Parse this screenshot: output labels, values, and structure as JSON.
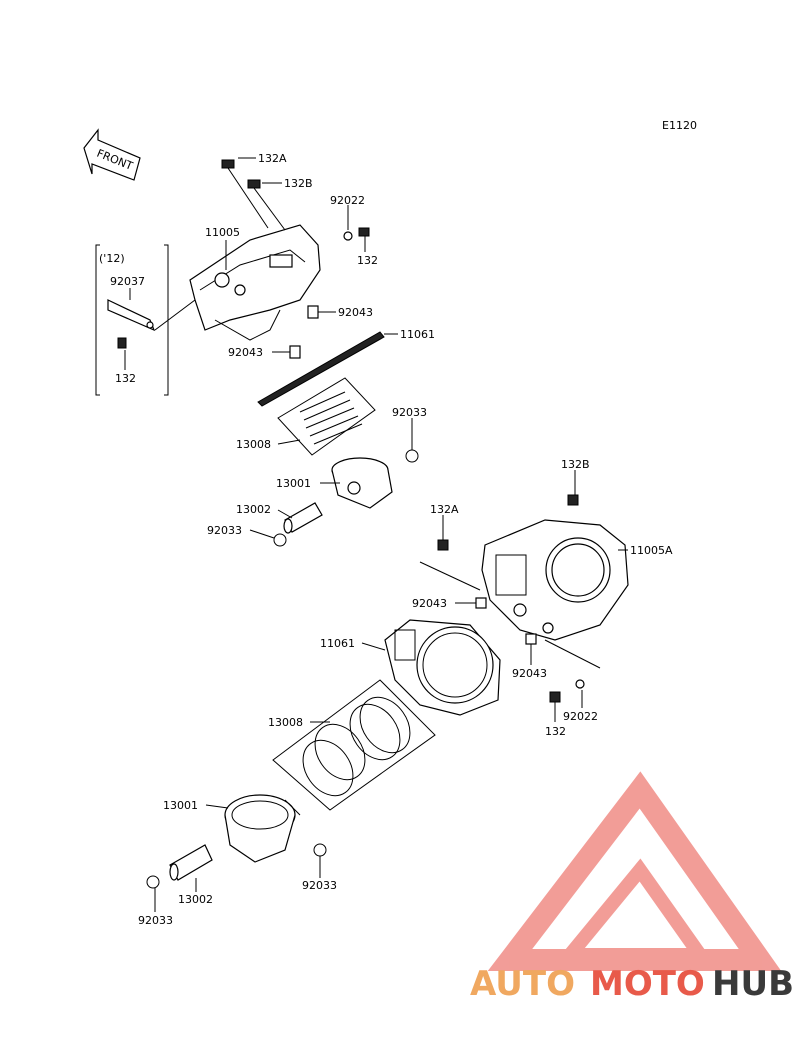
{
  "diagram_code": "E1120",
  "front_label": "FRONT",
  "year_note": "('12)",
  "labels": {
    "p132A_top": "132A",
    "p132B_top": "132B",
    "p92022_top": "92022",
    "p132_top": "132",
    "p11005": "11005",
    "p92037": "92037",
    "p132_left": "132",
    "p92043_a": "92043",
    "p92043_b": "92043",
    "p11061_top": "11061",
    "p92033_top": "92033",
    "p13008_top": "13008",
    "p13001_top": "13001",
    "p13002_top": "13002",
    "p92033_mid": "92033",
    "p132B_right": "132B",
    "p132A_right": "132A",
    "p11005A": "11005A",
    "p92043_c": "92043",
    "p11061_bottom": "11061",
    "p92043_d": "92043",
    "p92022_bottom": "92022",
    "p132_bottom": "132",
    "p13008_bottom": "13008",
    "p13001_bottom": "13001",
    "p92033_bottom_right": "92033",
    "p13002_bottom": "13002",
    "p92033_bottom_left": "92033"
  },
  "watermark": {
    "part1": "AUTO",
    "part2": "MOTO",
    "part3": "HUB",
    "colors": {
      "auto": "#f0a860",
      "moto": "#e85a4a",
      "hub": "#3a3a3a",
      "triangle": "#f08c86"
    }
  }
}
